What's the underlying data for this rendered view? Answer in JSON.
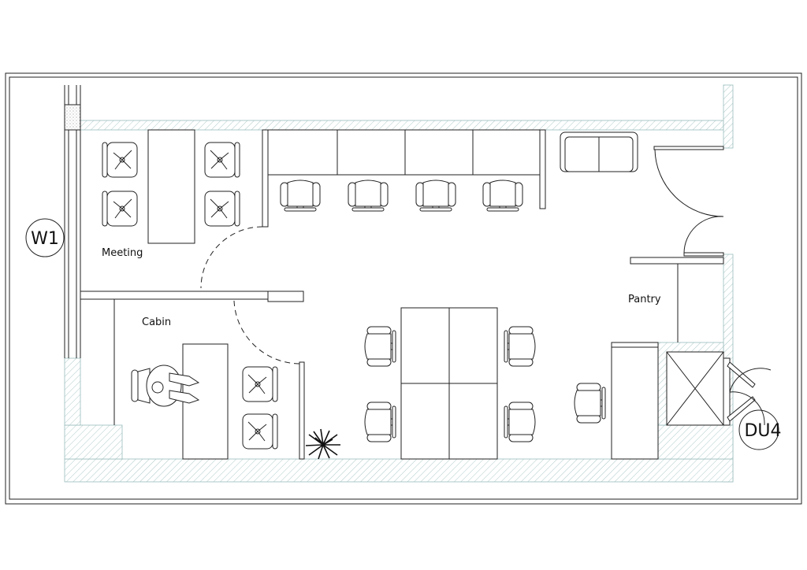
{
  "plan": {
    "rooms": {
      "meeting": "Meeting",
      "cabin": "Cabin",
      "pantry": "Pantry"
    },
    "tags": {
      "window": "W1",
      "door": "DU4"
    },
    "colors": {
      "line": "#222222",
      "hatch": "#9bbbbb",
      "background": "#ffffff"
    }
  }
}
